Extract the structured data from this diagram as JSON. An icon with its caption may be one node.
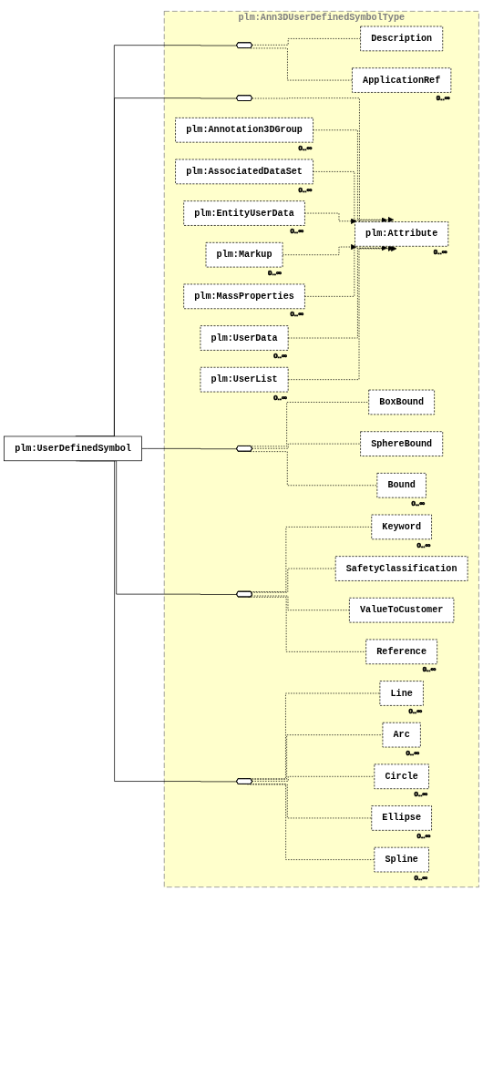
{
  "diagram": {
    "nodes": [
      {
        "text": [
          "plm:UserDefinedSymbol"
        ]
      },
      {
        "text": [
          "plm:Ann3DUserDefinedSymbolType"
        ]
      },
      {
        "text": [],
        "shape": "octagon",
        "in": 1
      },
      {
        "text": [
          "Description"
        ],
        "in": 1
      },
      {
        "text": [
          "ApplicationRef"
        ],
        "in": 1,
        "beside": [
          "0..∞"
        ]
      },
      {
        "text": [],
        "shape": "octagon",
        "in": 1
      },
      {
        "text": [
          "plm:Attribute"
        ],
        "in": 1,
        "beside": [
          "0..∞"
        ]
      },
      {
        "text": [
          "plm:Annotation3DGroup"
        ],
        "in": 1,
        "beside": [
          "0..∞"
        ]
      },
      {
        "text": [
          "plm:AssociatedDataSet"
        ],
        "in": 1,
        "beside": [
          "0..∞"
        ]
      },
      {
        "text": [
          "plm:EntityUserData"
        ],
        "in": 1,
        "beside": [
          "0..∞"
        ]
      },
      {
        "text": [
          "plm:Markup"
        ],
        "in": 1,
        "beside": [
          "0..∞"
        ]
      },
      {
        "text": [
          "plm:MassProperties"
        ],
        "in": 1,
        "beside": [
          "0..∞"
        ]
      },
      {
        "text": [
          "plm:UserData"
        ],
        "in": 1,
        "beside": [
          "0..∞"
        ]
      },
      {
        "text": [
          "plm:UserList"
        ],
        "in": 1,
        "beside": [
          "0..∞"
        ]
      },
      {
        "text": [],
        "shape": "octagon",
        "in": 1
      },
      {
        "text": [
          "BoxBound"
        ],
        "in": 1
      },
      {
        "text": [
          "SphereBound"
        ],
        "in": 1
      },
      {
        "text": [
          "Bound"
        ],
        "in": 1,
        "beside": [
          "0..∞"
        ]
      },
      {
        "text": [],
        "shape": "octagon",
        "in": 1
      },
      {
        "text": [
          "Keyword"
        ],
        "in": 1,
        "beside": [
          "0..∞"
        ]
      },
      {
        "text": [
          "SafetyClassification"
        ],
        "in": 1
      },
      {
        "text": [
          "ValueToCustomer"
        ],
        "in": 1
      },
      {
        "text": [
          "Reference"
        ],
        "in": 1,
        "beside": [
          "0..∞"
        ]
      },
      {
        "text": [],
        "shape": "octagon",
        "in": 1
      },
      {
        "text": [
          "Line"
        ],
        "in": 1,
        "beside": [
          "0..∞"
        ]
      },
      {
        "text": [
          "Arc"
        ],
        "in": 1,
        "beside": [
          "0..∞"
        ]
      },
      {
        "text": [
          "Circle"
        ],
        "in": 1,
        "beside": [
          "0..∞"
        ]
      },
      {
        "text": [
          "Ellipse"
        ],
        "in": 1,
        "beside": [
          "0..∞"
        ]
      },
      {
        "text": [
          "Spline"
        ],
        "in": 1,
        "beside": [
          "0..∞"
        ]
      }
    ],
    "edges": [
      {
        "from": 0,
        "to": 2,
        "arrow": "none"
      },
      {
        "from": 0,
        "to": 5,
        "arrow": "none"
      },
      {
        "from": 0,
        "to": 14,
        "arrow": "none"
      },
      {
        "from": 0,
        "to": 18,
        "arrow": "none"
      },
      {
        "from": 0,
        "to": 23,
        "arrow": "none"
      },
      {
        "from": 2,
        "to": 3,
        "arrow": "none",
        "style": "dashed"
      },
      {
        "from": 2,
        "to": 4,
        "arrow": "none",
        "style": "dashed"
      },
      {
        "from": 5,
        "to": 6,
        "arrow": "none",
        "style": "dashed"
      },
      {
        "from": 7,
        "to": 6,
        "arrow": "to",
        "style": "dashed"
      },
      {
        "from": 8,
        "to": 6,
        "arrow": "to",
        "style": "dashed"
      },
      {
        "from": 9,
        "to": 6,
        "arrow": "to",
        "style": "dashed"
      },
      {
        "from": 10,
        "to": 6,
        "arrow": "to",
        "style": "dashed"
      },
      {
        "from": 11,
        "to": 6,
        "arrow": "to",
        "style": "dashed"
      },
      {
        "from": 12,
        "to": 6,
        "arrow": "to",
        "style": "dashed"
      },
      {
        "from": 13,
        "to": 6,
        "arrow": "to",
        "style": "dashed"
      },
      {
        "from": 14,
        "to": 15,
        "arrow": "none",
        "style": "dashed"
      },
      {
        "from": 14,
        "to": 16,
        "arrow": "none",
        "style": "dashed"
      },
      {
        "from": 14,
        "to": 17,
        "arrow": "none",
        "style": "dashed"
      },
      {
        "from": 18,
        "to": 19,
        "arrow": "none",
        "style": "dashed"
      },
      {
        "from": 18,
        "to": 20,
        "arrow": "none",
        "style": "dashed"
      },
      {
        "from": 18,
        "to": 21,
        "arrow": "none",
        "style": "dashed"
      },
      {
        "from": 18,
        "to": 22,
        "arrow": "none",
        "style": "dashed"
      },
      {
        "from": 23,
        "to": 24,
        "arrow": "none",
        "style": "dashed"
      },
      {
        "from": 23,
        "to": 25,
        "arrow": "none",
        "style": "dashed"
      },
      {
        "from": 23,
        "to": 26,
        "arrow": "none",
        "style": "dashed"
      },
      {
        "from": 23,
        "to": 27,
        "arrow": "none",
        "style": "dashed"
      },
      {
        "from": 23,
        "to": 28,
        "arrow": "none",
        "style": "dashed"
      }
    ]
  }
}
